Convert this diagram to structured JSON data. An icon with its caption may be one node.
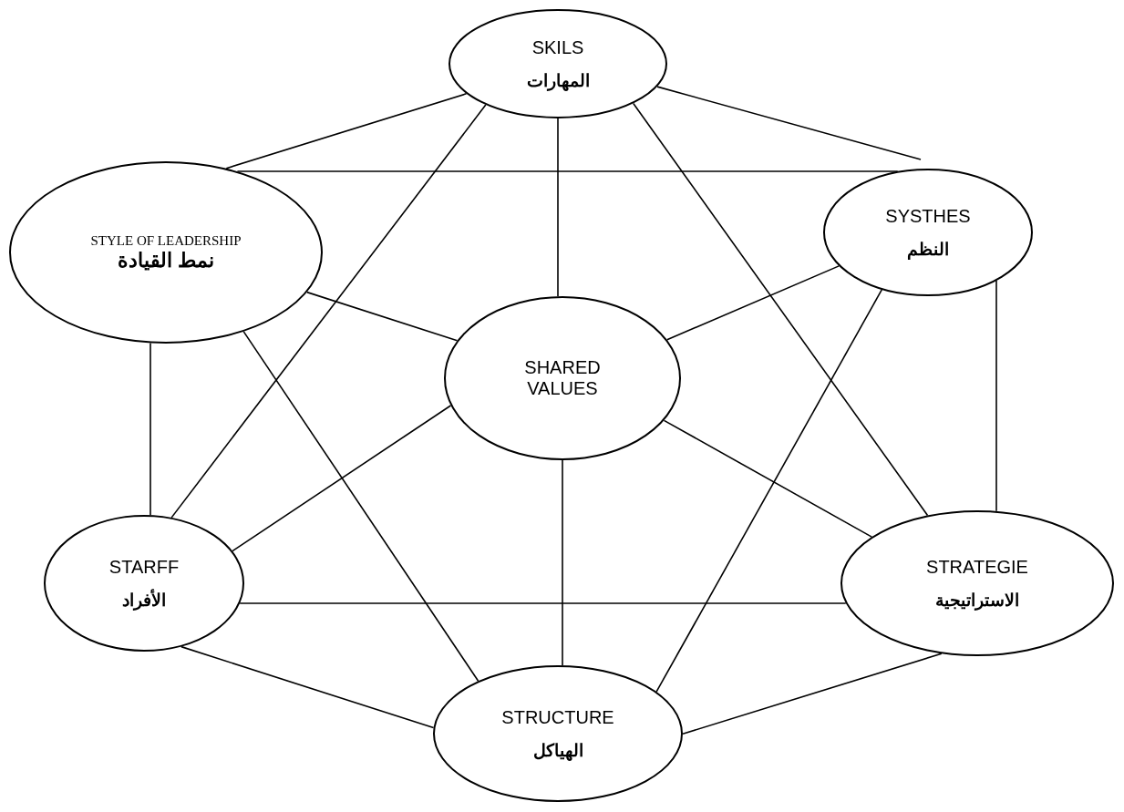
{
  "diagram": {
    "nodes": [
      {
        "text": [
          "SKILS",
          "المهارات"
        ]
      },
      {
        "text": [
          "STYLE OF LEADERSHIP",
          "نمط القيادة"
        ]
      },
      {
        "text": [
          "SYSTHES",
          "النظم"
        ]
      },
      {
        "text": [
          "SHARED VALUES"
        ]
      },
      {
        "text": [
          "STARFF",
          "الأفراد"
        ]
      },
      {
        "text": [
          "STRATEGIE",
          "الاستراتيجية"
        ]
      },
      {
        "text": [
          "STRUCTURE",
          "الهياكل"
        ]
      }
    ],
    "edges": [
      {
        "from": 0,
        "to": 1,
        "arrow": "none"
      },
      {
        "from": 0,
        "to": 2,
        "arrow": "none"
      },
      {
        "from": 1,
        "to": 2,
        "arrow": "none"
      },
      {
        "from": 0,
        "to": 3,
        "arrow": "none"
      },
      {
        "from": 0,
        "to": 4,
        "arrow": "none"
      },
      {
        "from": 0,
        "to": 5,
        "arrow": "none"
      },
      {
        "from": 1,
        "to": 3,
        "arrow": "none"
      },
      {
        "from": 1,
        "to": 4,
        "arrow": "none"
      },
      {
        "from": 1,
        "to": 6,
        "arrow": "none"
      },
      {
        "from": 2,
        "to": 3,
        "arrow": "none"
      },
      {
        "from": 2,
        "to": 5,
        "arrow": "none"
      },
      {
        "from": 2,
        "to": 6,
        "arrow": "none"
      },
      {
        "from": 3,
        "to": 4,
        "arrow": "none"
      },
      {
        "from": 3,
        "to": 5,
        "arrow": "none"
      },
      {
        "from": 3,
        "to": 6,
        "arrow": "none"
      },
      {
        "from": 4,
        "to": 5,
        "arrow": "none"
      },
      {
        "from": 4,
        "to": 6,
        "arrow": "none"
      },
      {
        "from": 5,
        "to": 6,
        "arrow": "none"
      }
    ]
  }
}
